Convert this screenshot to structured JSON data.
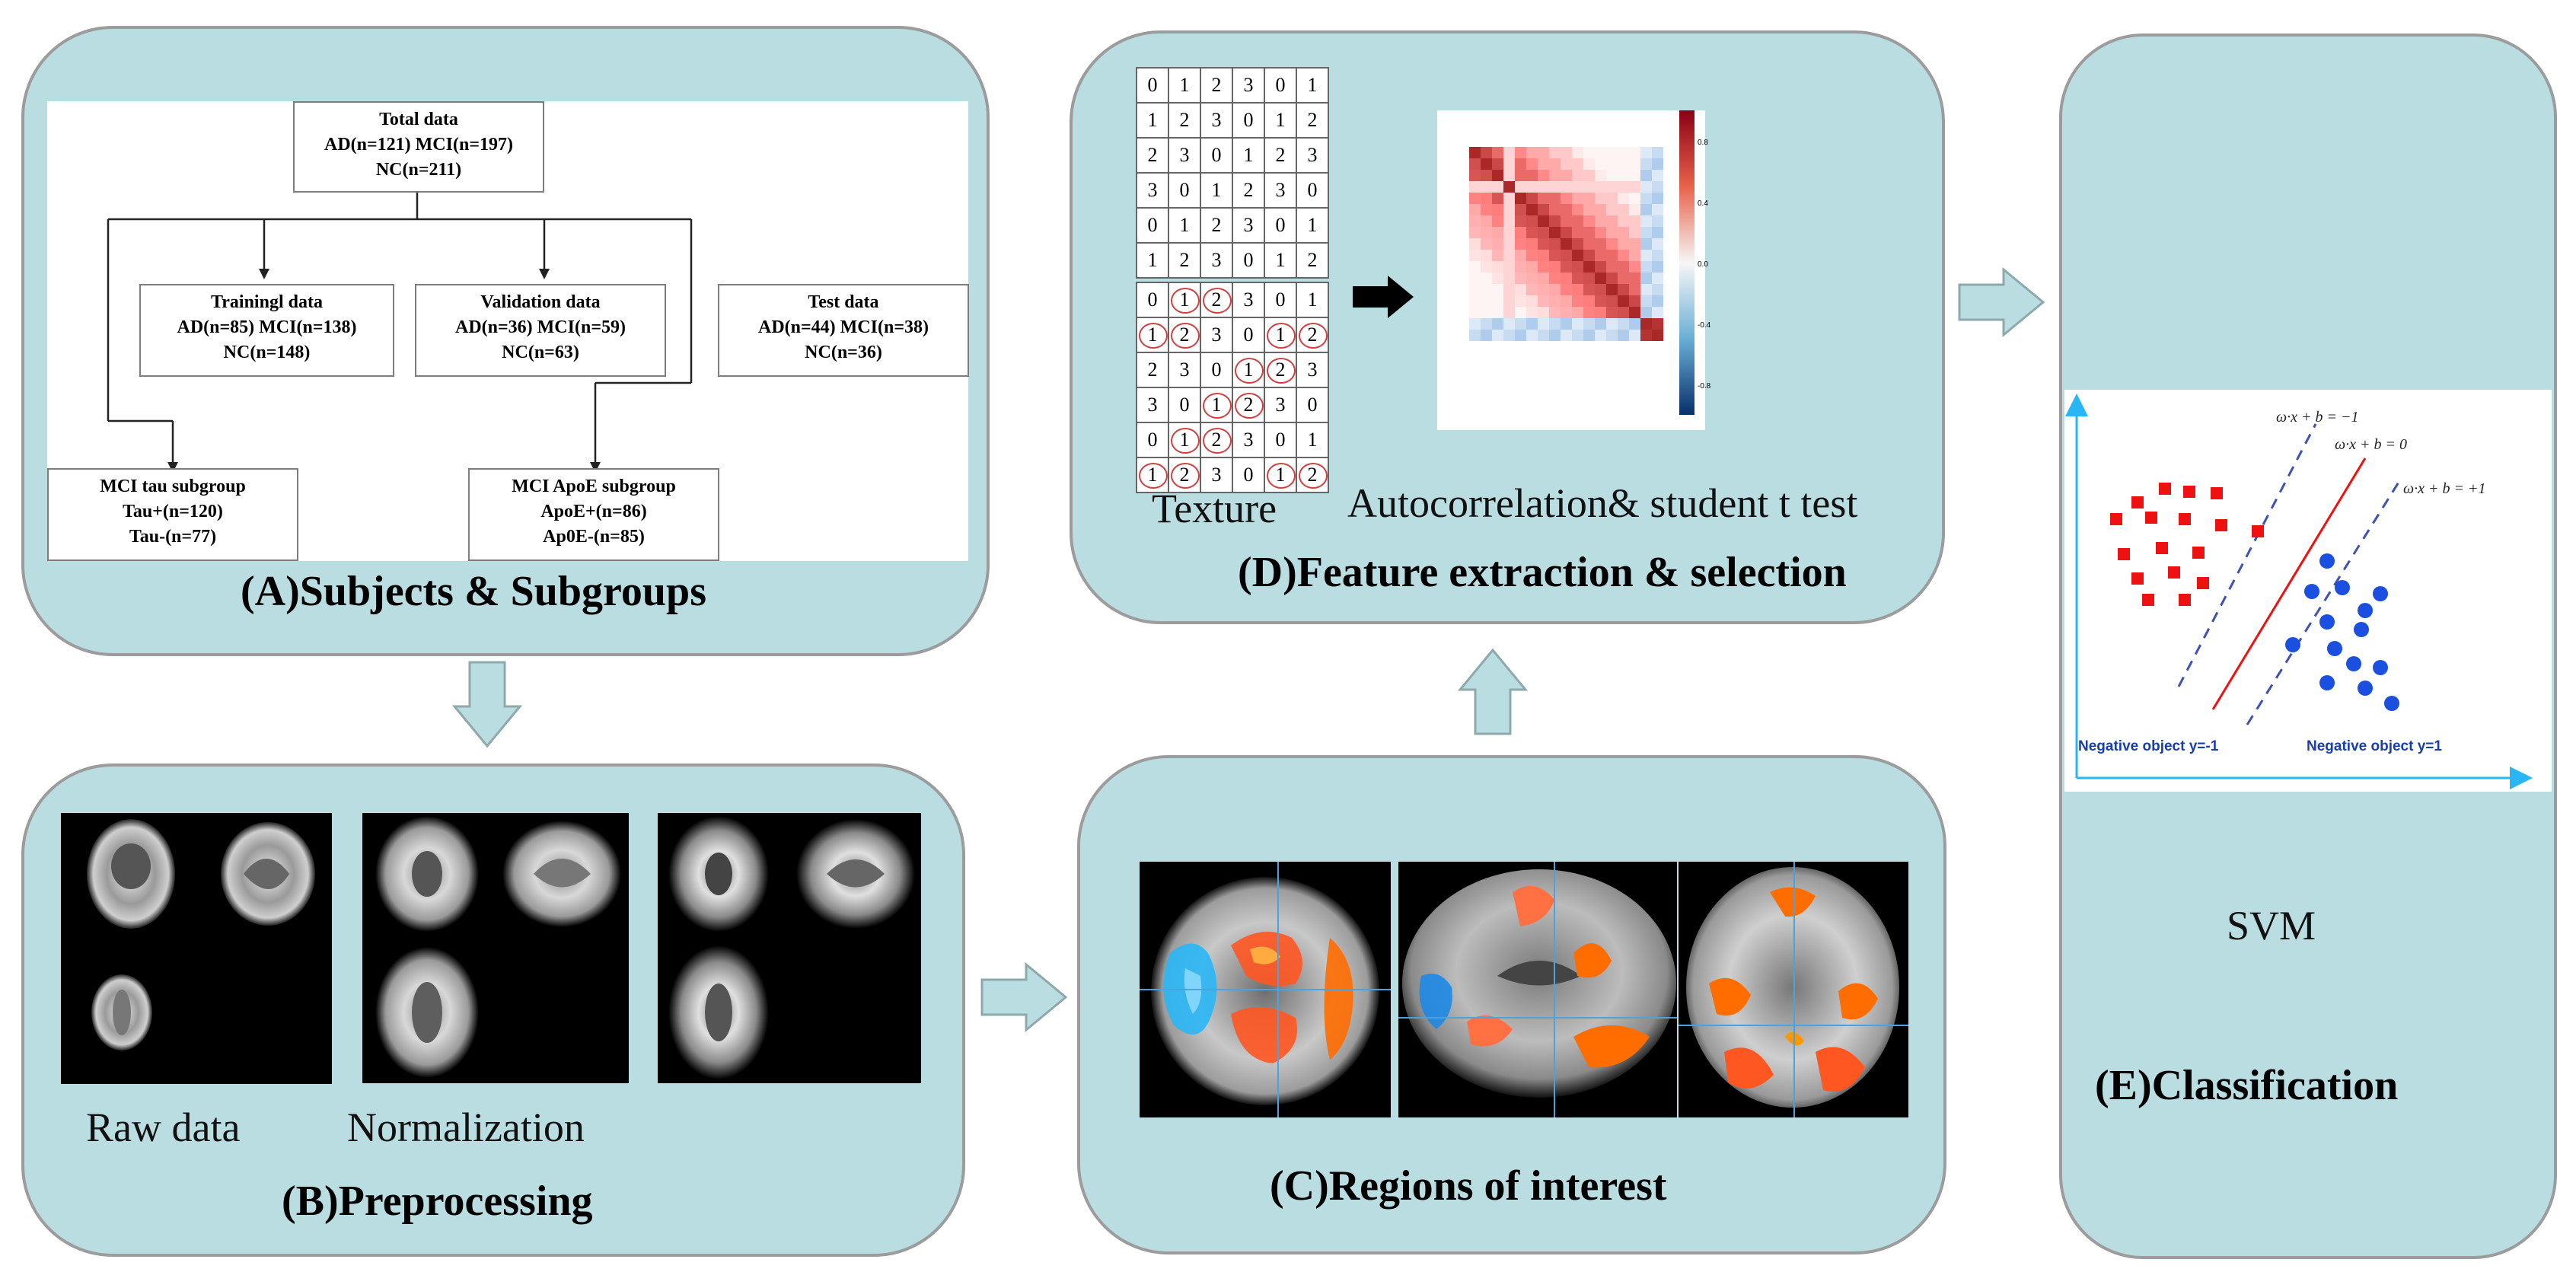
{
  "panelA": {
    "title": "(A)Subjects & Subgroups",
    "total": {
      "l1": "Total data",
      "l2": "AD(n=121) MCI(n=197)",
      "l3": "NC(n=211)"
    },
    "training": {
      "l1": "Trainingl data",
      "l2": "AD(n=85) MCI(n=138)",
      "l3": "NC(n=148)"
    },
    "validation": {
      "l1": "Validation data",
      "l2": "AD(n=36) MCI(n=59)",
      "l3": "NC(n=63)"
    },
    "test": {
      "l1": "Test data",
      "l2": "AD(n=44) MCI(n=38)",
      "l3": "NC(n=36)"
    },
    "tau": {
      "l1": "MCI tau subgroup",
      "l2": "Tau+(n=120)",
      "l3": "Tau-(n=77)"
    },
    "apoe": {
      "l1": "MCI ApoE subgroup",
      "l2": "ApoE+(n=86)",
      "l3": "Ap0E-(n=85)"
    }
  },
  "panelB": {
    "title": "(B)Preprocessing",
    "raw": "Raw data",
    "norm": "Normalization"
  },
  "panelC": {
    "title": "(C)Regions of interest"
  },
  "panelD": {
    "title": "(D)Feature extraction & selection",
    "texture": "Texture",
    "auto": "Autocorrelation& student t test",
    "grid_rows": [
      [
        "0",
        "1",
        "2",
        "3",
        "0",
        "1"
      ],
      [
        "1",
        "2",
        "3",
        "0",
        "1",
        "2"
      ],
      [
        "2",
        "3",
        "0",
        "1",
        "2",
        "3"
      ],
      [
        "3",
        "0",
        "1",
        "2",
        "3",
        "0"
      ],
      [
        "0",
        "1",
        "2",
        "3",
        "0",
        "1"
      ],
      [
        "1",
        "2",
        "3",
        "0",
        "1",
        "2"
      ]
    ],
    "colorbar_ticks": [
      "0.8",
      "0.4",
      "0.0",
      "-0.4",
      "-0.8"
    ]
  },
  "panelE": {
    "title": "(E)Classification",
    "svm": "SVM",
    "eq_top": "ω·x + b = −1",
    "eq_mid": "ω·x + b = 0",
    "eq_right": "ω·x + b = +1",
    "neg_left": "Negative object y=-1",
    "neg_right": "Negative object y=1"
  },
  "colors": {
    "panel": "#b9dde0",
    "border": "#9c9c9c",
    "arrow": "#b9dde0",
    "red": "#ee1111",
    "blue": "#1a4fe0"
  }
}
